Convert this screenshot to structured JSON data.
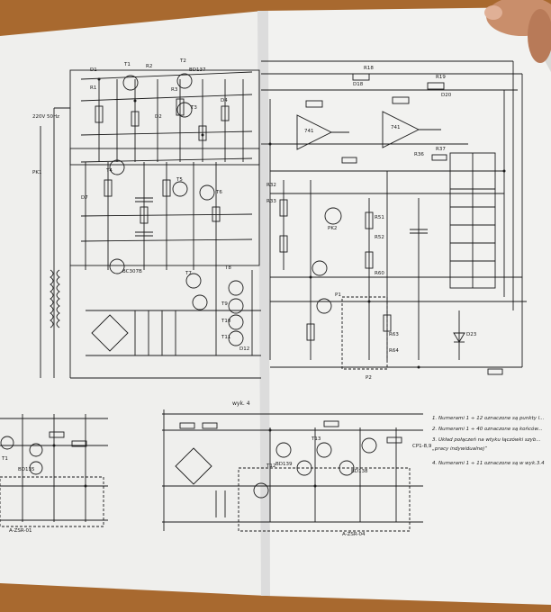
{
  "photo": {
    "subject": "paper schematic sheet",
    "colors": {
      "table": "#a8692f",
      "paper": "#efefed",
      "paper_shade": "#dcdcdc",
      "ink": "#1a1a1a",
      "skin": "#c98e6b"
    }
  },
  "schematic": {
    "power_labels": [
      "220V 50Hz",
      "PK1"
    ],
    "top_transistors": [
      "T1",
      "T2",
      "T3",
      "BD137",
      "BC307B"
    ],
    "diodes": [
      "D1",
      "D2",
      "D7",
      "D4",
      "D18",
      "D20"
    ],
    "resistors_top": [
      "R1",
      "R2",
      "R3",
      "R18",
      "R19"
    ],
    "opamp_labels": [
      "741",
      "741"
    ],
    "mid_labels": [
      "T4",
      "T5",
      "T6",
      "T7",
      "T8",
      "T9",
      "T10",
      "T11",
      "D12",
      "D23"
    ],
    "right_labels": [
      "R32",
      "R33",
      "R36",
      "R37",
      "R51",
      "R52",
      "R60",
      "R63",
      "R64",
      "PK2",
      "P1",
      "P2"
    ],
    "bottom_title": "wyk. 4",
    "bottom_left_labels": [
      "T1",
      "BD135",
      "A-ZSR-01"
    ],
    "bottom_mid_labels": [
      "T12",
      "T13",
      "BD139",
      "BD138",
      "A-ZSR-04",
      "CP1-8,9"
    ],
    "notes": [
      "1. Numerami 1 ÷ 12 oznaczone są punkty l...",
      "2. Numerami 1 ÷ 40 oznaczone są końców...",
      "3. Układ połączeń na wtyku łączówki szyb...",
      "   „pracy indywidualnej”",
      "4. Numerami 1 ÷ 11 oznaczone są w wyk.3.4"
    ]
  }
}
